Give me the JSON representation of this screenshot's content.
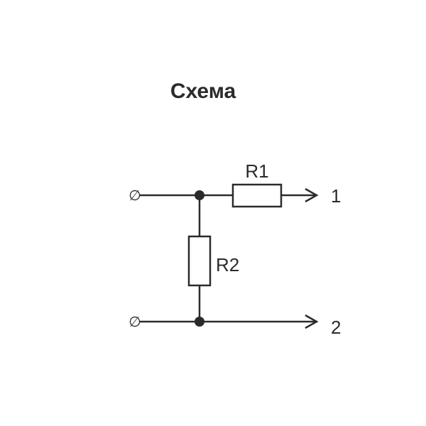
{
  "title": "Схема",
  "components": {
    "r1": {
      "label": "R1"
    },
    "r2": {
      "label": "R2"
    }
  },
  "terminals": {
    "input_symbol": "∅",
    "output_1": "1",
    "output_2": "2"
  },
  "colors": {
    "line": "#2b2b2b",
    "background": "#ffffff"
  }
}
